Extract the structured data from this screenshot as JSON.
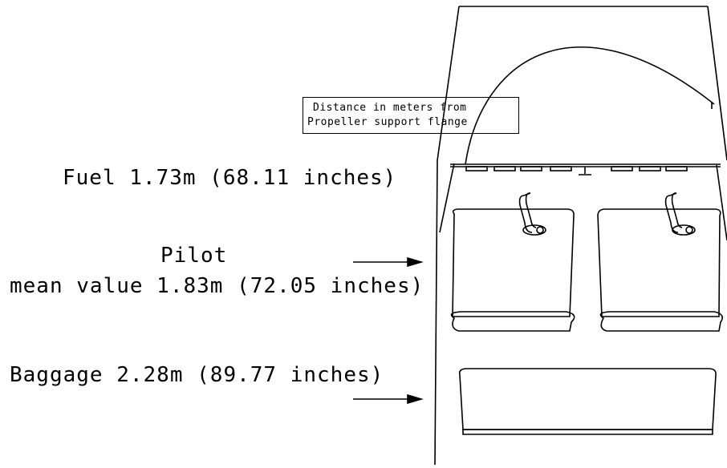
{
  "note": {
    "line1": "Distance in meters from",
    "line2": "Propeller support flange"
  },
  "labels": {
    "fuel": "Fuel 1.73m (68.11 inches)",
    "pilot_title": "Pilot",
    "pilot_value": "mean value 1.83m (72.05 inches)",
    "baggage": "Baggage 2.28m (89.77 inches)"
  }
}
